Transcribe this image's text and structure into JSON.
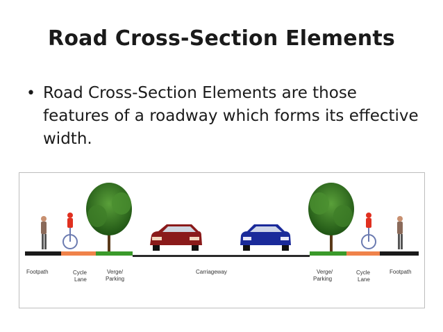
{
  "slide": {
    "title": "Road Cross-Section Elements",
    "bullet_symbol": "•",
    "bullet_text": "Road Cross-Section Elements are those features of a roadway which forms its effective width."
  },
  "diagram": {
    "labels": {
      "footpath_left": "Footpath",
      "cycle_left_1": "Cycle",
      "cycle_left_2": "Lane",
      "verge_left_1": "Verge/",
      "verge_left_2": "Parking",
      "carriageway": "Carriageway",
      "verge_right_1": "Verge/",
      "verge_right_2": "Parking",
      "cycle_right_1": "Cycle",
      "cycle_right_2": "Lane",
      "footpath_right": "Footpath"
    },
    "colors": {
      "footpath": "#1a1a1a",
      "cycle_lane": "#f0824a",
      "verge": "#3a9a2a",
      "carriageway": "#2a2a2a",
      "red_car": "#8a1a1a",
      "blue_car": "#1a2a9a",
      "tree": "#2f6b1f"
    }
  }
}
